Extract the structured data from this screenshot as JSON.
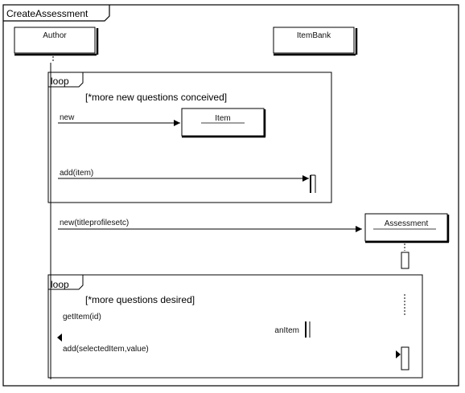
{
  "diagram": {
    "frame_title": "CreateAssessment",
    "lifelines": {
      "author": "Author",
      "item_bank": "ItemBank",
      "item": "Item",
      "assessment": "Assessment"
    },
    "fragments": {
      "loop1": {
        "operator": "loop",
        "guard": "[*more new questions conceived]"
      },
      "loop2": {
        "operator": "loop",
        "guard": "[*more questions desired]"
      }
    },
    "messages": {
      "new": "new",
      "add_item": "add(item)",
      "new_assessment": "new(titleprofilesetc)",
      "get_item": "getItem(id)",
      "return_value": "anItem",
      "add_selected": "add(selectedItem,value)"
    },
    "colors": {
      "line": "#000000",
      "background": "#ffffff"
    }
  }
}
